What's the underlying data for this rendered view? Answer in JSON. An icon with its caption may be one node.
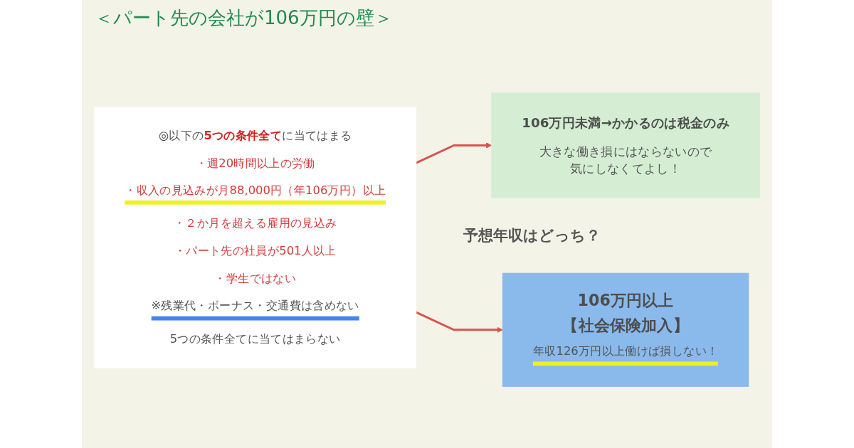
{
  "diagram": {
    "title": "＜パート先の会社が106万円の壁＞",
    "nodes": [
      {
        "text": [
          "◎以下の**5つの条件全て**に当てはまる",
          "・週20時間以上の労働",
          "・収入の見込みが月88,000円（年106万円）以上",
          "・２か月を超える雇用の見込み",
          "・パート先の社員が501人以上",
          "・学生ではない",
          "※残業代・ボーナス・交通費は含めない",
          "5つの条件全てに当てはまらない"
        ]
      },
      {
        "text": [
          "106万円未満→かかるのは税金のみ",
          "大きな働き損にはならないので気にしなくてよし！"
        ]
      },
      {
        "text": [
          "106万円以上",
          "【社会保険加入】",
          "年収126万円以上働けば損しない！"
        ]
      }
    ],
    "edges": [
      {
        "from": 0,
        "to": 1,
        "arrow": "to"
      },
      {
        "from": 0,
        "to": 2,
        "arrow": "to"
      }
    ],
    "labels": [
      "予想年収はどっち？"
    ]
  }
}
